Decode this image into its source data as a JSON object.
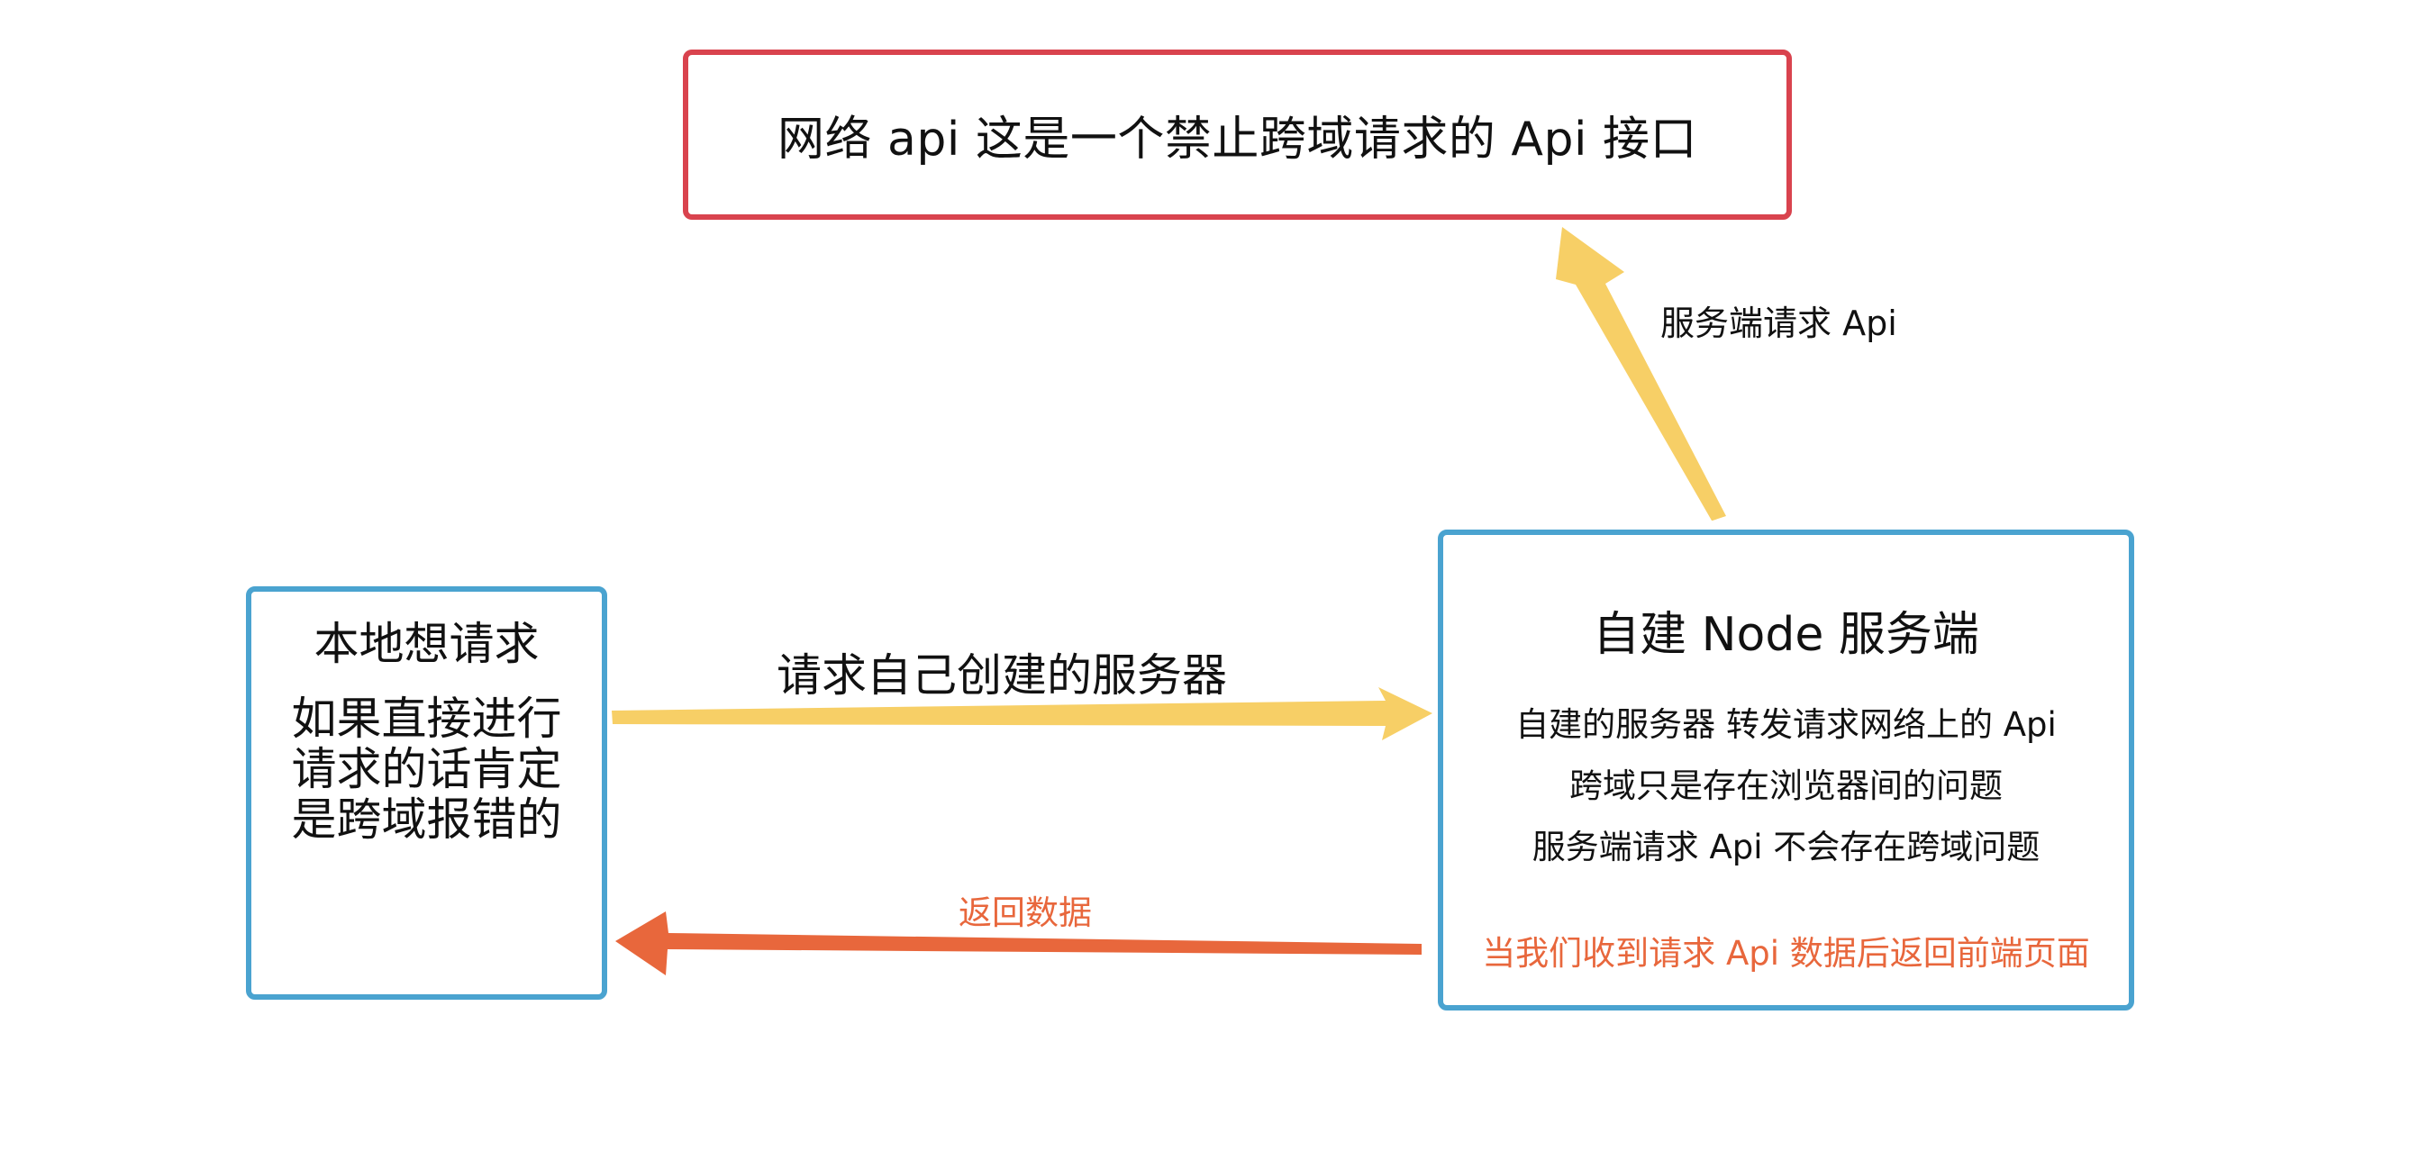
{
  "api_box": {
    "text": "网络 api 这是一个禁止跨域请求的 Api 接口"
  },
  "local_box": {
    "title": "本地想请求",
    "desc_lines": [
      "如果直接进行",
      "请求的话肯定",
      "是跨域报错的"
    ]
  },
  "node_box": {
    "title": "自建 Node 服务端",
    "lines": [
      "自建的服务器 转发请求网络上的 Api",
      "跨域只是存在浏览器间的问题",
      "服务端请求 Api 不会存在跨域问题",
      "当我们收到请求 Api 数据后返回前端页面"
    ]
  },
  "edges": {
    "up_label": "服务端请求 Api",
    "mid_label": "请求自己创建的服务器",
    "back_label": "返回数据"
  },
  "colors": {
    "api_border": "#d9434e",
    "box_border": "#4aa3d0",
    "arrow_yellow": "#f7cf66",
    "arrow_orange": "#e8673c"
  }
}
